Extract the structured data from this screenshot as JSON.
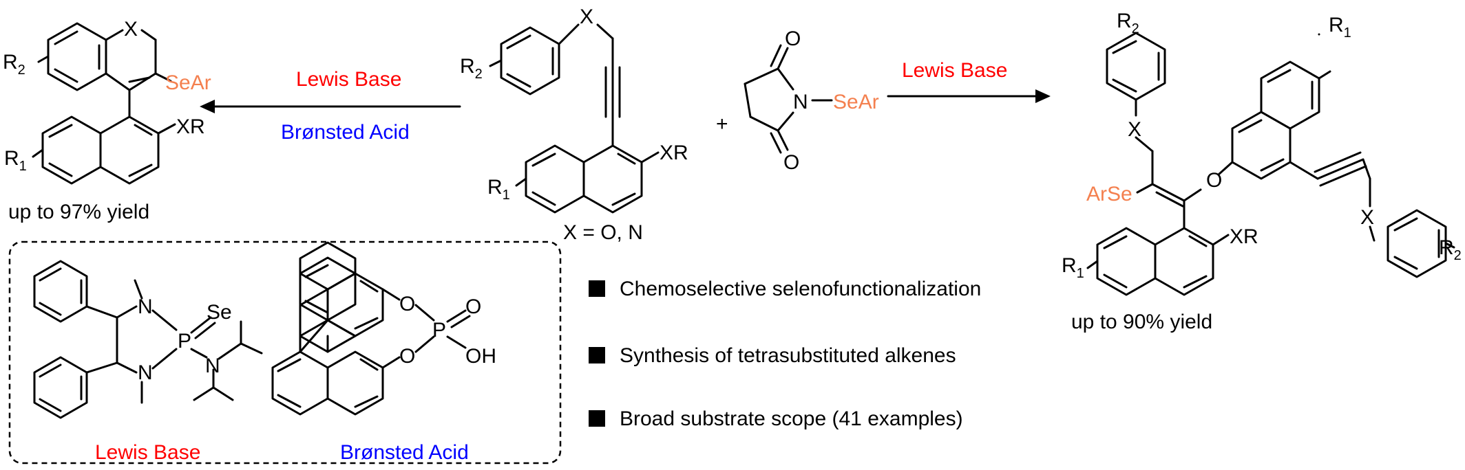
{
  "left_product": {
    "x_atom": "X",
    "r2": "R",
    "r2_sub": "2",
    "r1": "R",
    "r1_sub": "1",
    "sear": "SeAr",
    "xr": "XR",
    "yield": "up to 97% yield"
  },
  "left_arrow": {
    "top_label": "Lewis Base",
    "bottom_label": "Brønsted Acid"
  },
  "substrate": {
    "x_atom": "X",
    "r2": "R",
    "r2_sub": "2",
    "r1": "R",
    "r1_sub": "1",
    "xr": "XR",
    "caption": "X = O, N"
  },
  "plus": "+",
  "reagent": {
    "o_top": "O",
    "o_bottom": "O",
    "n": "N",
    "sear": "SeAr"
  },
  "right_arrow": {
    "top_label": "Lewis Base"
  },
  "right_product": {
    "r2_top": "R",
    "r2_top_sub": "2",
    "r1_top": "R",
    "r1_top_sub": "1",
    "x_left": "X",
    "arse": "ArSe",
    "o": "O",
    "xr": "XR",
    "r1_bottom": "R",
    "r1_bottom_sub": "1",
    "x_right": "X",
    "r2_right": "R",
    "r2_right_sub": "2",
    "yield": "up to 90% yield"
  },
  "catalysts": {
    "lewis_base": {
      "n_top": "N",
      "n_bottom": "N",
      "p": "P",
      "se": "Se",
      "n_amine": "N",
      "label": "Lewis Base"
    },
    "bronsted_acid": {
      "o_top": "O",
      "o_bottom": "O",
      "p": "P",
      "o_double": "O",
      "oh": "OH",
      "label": "Brønsted Acid"
    }
  },
  "features": [
    "Chemoselective selenofunctionalization",
    "Synthesis of tetrasubstituted alkenes",
    "Broad substrate scope (41 examples)"
  ],
  "colors": {
    "lewis_base": "#ff0000",
    "bronsted_acid": "#0000ff",
    "selenium_group": "#f4804f"
  }
}
